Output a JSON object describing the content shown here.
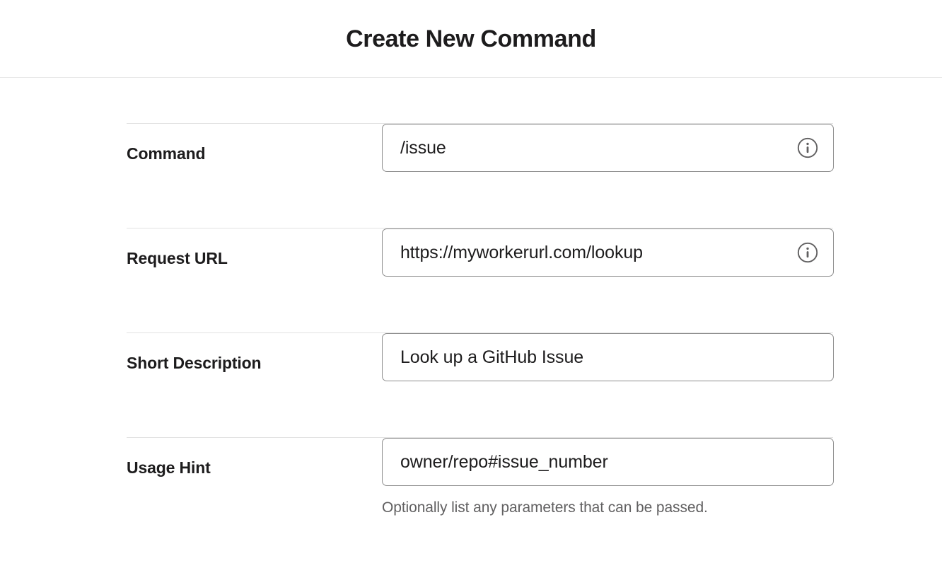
{
  "header": {
    "title": "Create New Command"
  },
  "colors": {
    "text_primary": "#1d1c1d",
    "text_muted": "#616061",
    "input_border": "#8d8d8d",
    "divider": "#e2e2e2",
    "background": "#ffffff"
  },
  "form": {
    "rows": [
      {
        "label": "Command",
        "value": "/issue",
        "placeholder": "",
        "has_info_icon": true,
        "icon": "info-circle-icon",
        "helper": ""
      },
      {
        "label": "Request URL",
        "value": "https://myworkerurl.com/lookup",
        "placeholder": "",
        "has_info_icon": true,
        "icon": "info-circle-icon",
        "helper": ""
      },
      {
        "label": "Short Description",
        "value": "Look up a GitHub Issue",
        "placeholder": "",
        "has_info_icon": false,
        "icon": "",
        "helper": ""
      },
      {
        "label": "Usage Hint",
        "value": "owner/repo#issue_number",
        "placeholder": "",
        "has_info_icon": false,
        "icon": "",
        "helper": "Optionally list any parameters that can be passed."
      }
    ]
  }
}
